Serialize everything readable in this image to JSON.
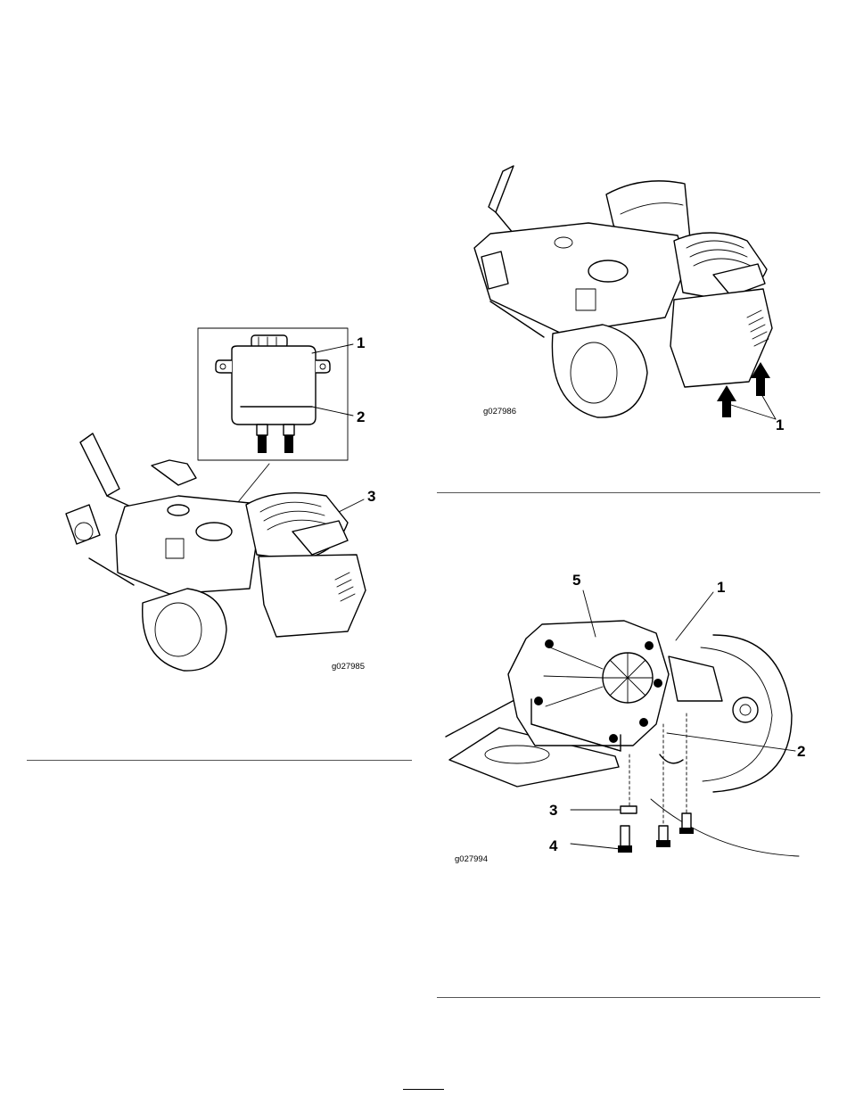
{
  "figures": {
    "reservoir": {
      "code": "g027985",
      "callouts": [
        "1",
        "2",
        "3"
      ]
    },
    "mower_rear": {
      "code": "g027986",
      "callouts": [
        "1"
      ]
    },
    "transmission": {
      "code": "g027994",
      "callouts": [
        "1",
        "2",
        "3",
        "4",
        "5"
      ]
    }
  }
}
